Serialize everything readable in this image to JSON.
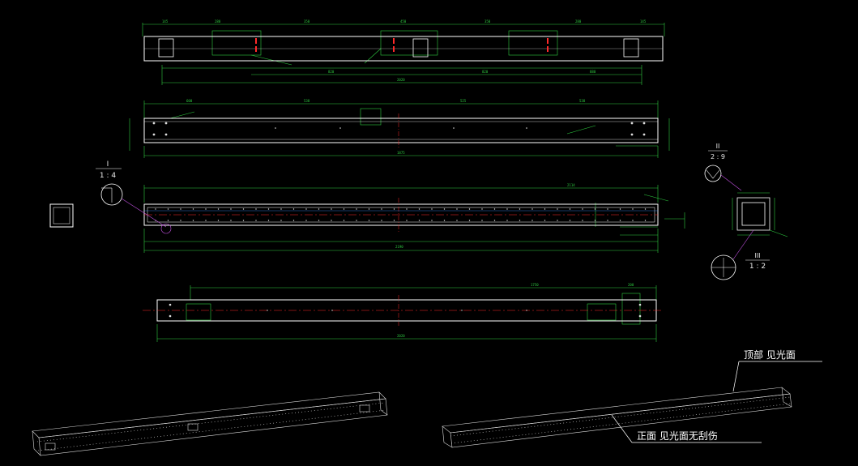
{
  "colors": {
    "background": "#000000",
    "outline": "#ffffff",
    "dimension": "#2ecc40",
    "centerline": "#ff2a2a",
    "leader": "#c050e0",
    "hidden": "#3a8cff"
  },
  "views": {
    "top": {
      "dims_top": [
        "145",
        "280",
        "350",
        "450",
        "350",
        "280",
        "145"
      ],
      "dims_bottom": [
        "820",
        "820",
        "880"
      ],
      "overall": "2020"
    },
    "front": {
      "dims_top": [
        "600",
        "538",
        "525",
        "538"
      ],
      "overall": "1875"
    },
    "section": {
      "overall_top": "2114",
      "overall_bottom": "2190"
    },
    "bottom": {
      "dims_top": [
        "1750",
        "200"
      ],
      "overall": "2020"
    }
  },
  "details": {
    "detail_1": {
      "number": "I",
      "scale": "1 : 4"
    },
    "detail_2": {
      "number": "II",
      "scale": "2 : 9"
    },
    "detail_3": {
      "number": "III",
      "scale": "1 : 2"
    }
  },
  "notes": {
    "top_surface": "顶部 见光面",
    "front_surface": "正面 见光面无刮伤"
  }
}
